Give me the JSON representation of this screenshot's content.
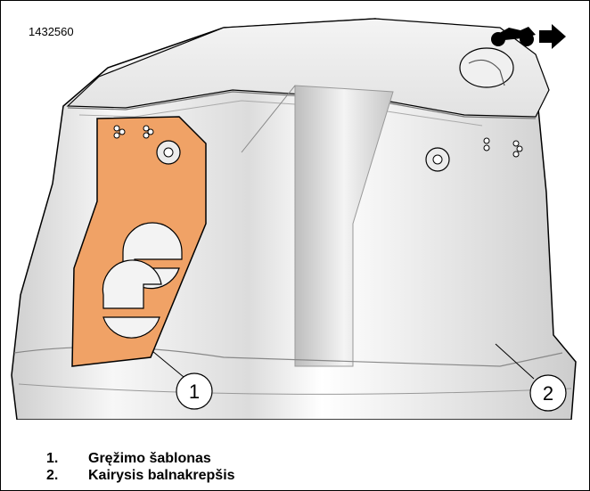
{
  "figure": {
    "id": "1432560",
    "direction_icon": "motorcycle-forward-arrow-icon"
  },
  "callouts": [
    {
      "number": "1"
    },
    {
      "number": "2"
    }
  ],
  "legend": [
    {
      "number": "1.",
      "label": "Gręžimo šablonas"
    },
    {
      "number": "2.",
      "label": "Kairysis balnakrepšis"
    }
  ],
  "colors": {
    "template": "#f0a266",
    "outline": "#000000"
  }
}
